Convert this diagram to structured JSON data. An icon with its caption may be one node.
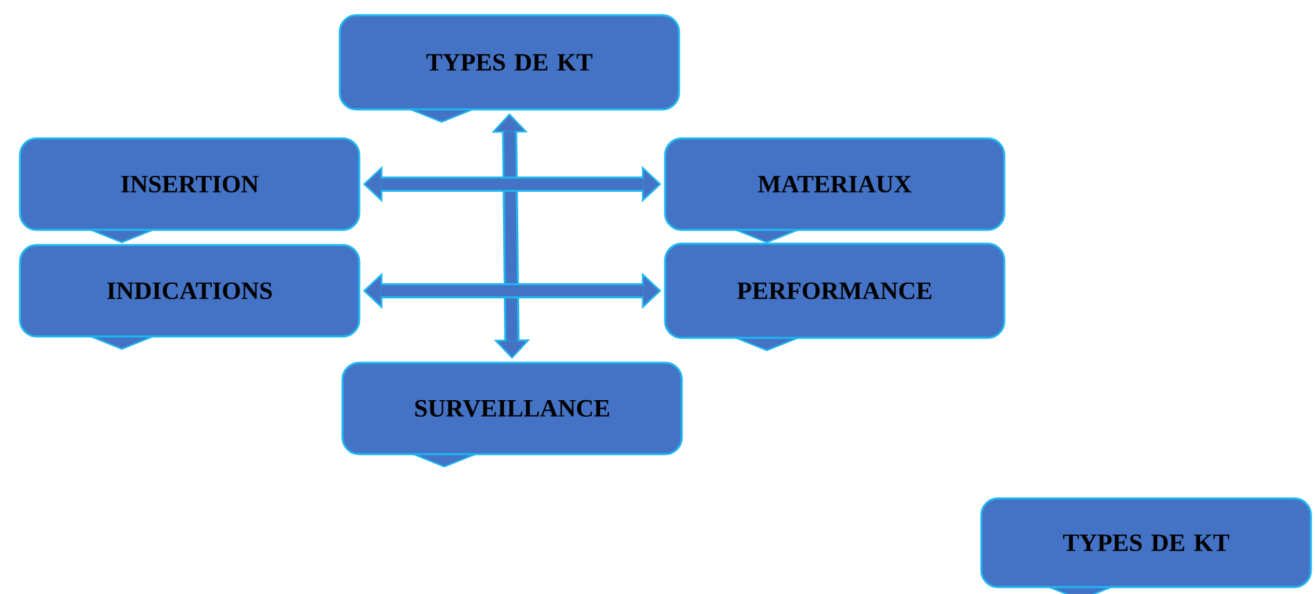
{
  "diagram": {
    "nodes": [
      {
        "text": [
          "TYPES DE KT"
        ]
      },
      {
        "text": [
          "INSERTION"
        ]
      },
      {
        "text": [
          "MATERIAUX"
        ]
      },
      {
        "text": [
          "INDICATIONS"
        ]
      },
      {
        "text": [
          "PERFORMANCE"
        ]
      },
      {
        "text": [
          "SURVEILLANCE"
        ]
      },
      {
        "text": [
          "TYPES DE KT"
        ]
      }
    ],
    "edges": [
      {
        "from": 0,
        "to": 5,
        "arrow": "both"
      },
      {
        "from": 1,
        "to": 2,
        "arrow": "both"
      },
      {
        "from": 3,
        "to": 4,
        "arrow": "both"
      }
    ]
  }
}
